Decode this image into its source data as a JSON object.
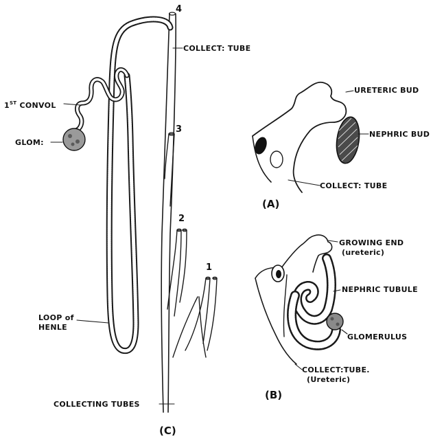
{
  "figure": {
    "panel_c": {
      "numbers": [
        "4",
        "3",
        "2",
        "1"
      ],
      "labels": {
        "collect_tube": "COLLECT: TUBE",
        "first_convol_prefix": "1",
        "first_convol_sup": "ST",
        "first_convol_suffix": " CONVOL",
        "glom": "GLOM:",
        "loop_of": "LOOP of",
        "henle": "HENLE",
        "collecting_tubes": "COLLECTING TUBES"
      },
      "panel_label": "(C)"
    },
    "panel_a": {
      "labels": {
        "ureteric_bud": "URETERIC BUD",
        "nephric_bud": "NEPHRIC BUD",
        "collect_tube": "COLLECT: TUBE"
      },
      "panel_label": "(A)"
    },
    "panel_b": {
      "labels": {
        "growing_end": "GROWING END",
        "ureteric_paren": "(ureteric)",
        "nephric_tubule": "NEPHRIC TUBULE",
        "glomerulus": "GLOMERULUS",
        "collect_tube": "COLLECT:TUBE.",
        "ureteric_paren2": "(Ureteric)"
      },
      "panel_label": "(B)"
    }
  }
}
